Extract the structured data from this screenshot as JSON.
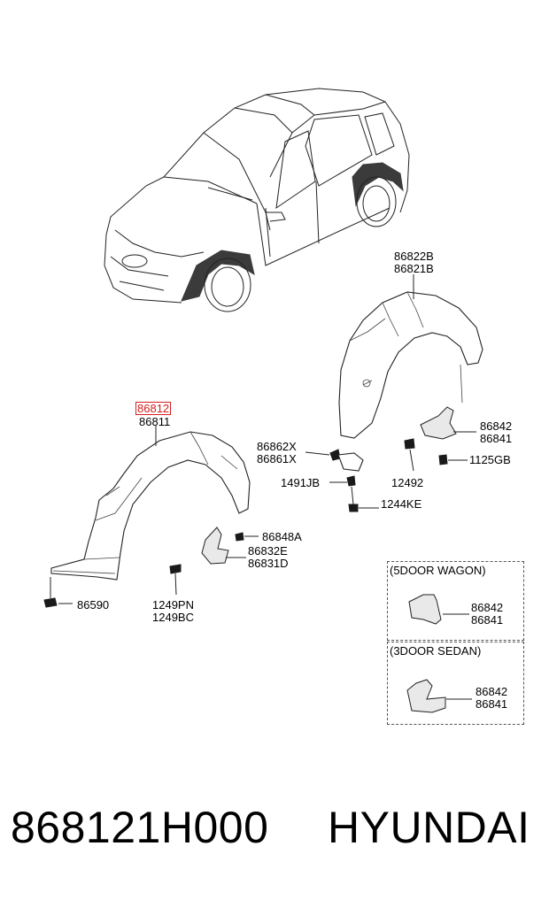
{
  "callouts": {
    "p86822B": "86822B",
    "p86821B": "86821B",
    "p86812": "86812",
    "p86811": "86811",
    "p86862X": "86862X",
    "p86861X": "86861X",
    "p1491JB": "1491JB",
    "p1244KE": "1244KE",
    "p12492": "12492",
    "p86842_right": "86842",
    "p86841_right": "86841",
    "p1125GB": "1125GB",
    "p86848A": "86848A",
    "p86832E": "86832E",
    "p86831D": "86831D",
    "p1249PN": "1249PN",
    "p1249BC": "1249BC",
    "p86590": "86590"
  },
  "insets": [
    {
      "title": "(5DOOR WAGON)",
      "part_a": "86842",
      "part_b": "86841"
    },
    {
      "title": "(3DOOR SEDAN)",
      "part_a": "86842",
      "part_b": "86841"
    }
  ],
  "highlight_color": "#d42020",
  "footer": {
    "part_number": "868121H000",
    "brand": "HYUNDAI"
  }
}
